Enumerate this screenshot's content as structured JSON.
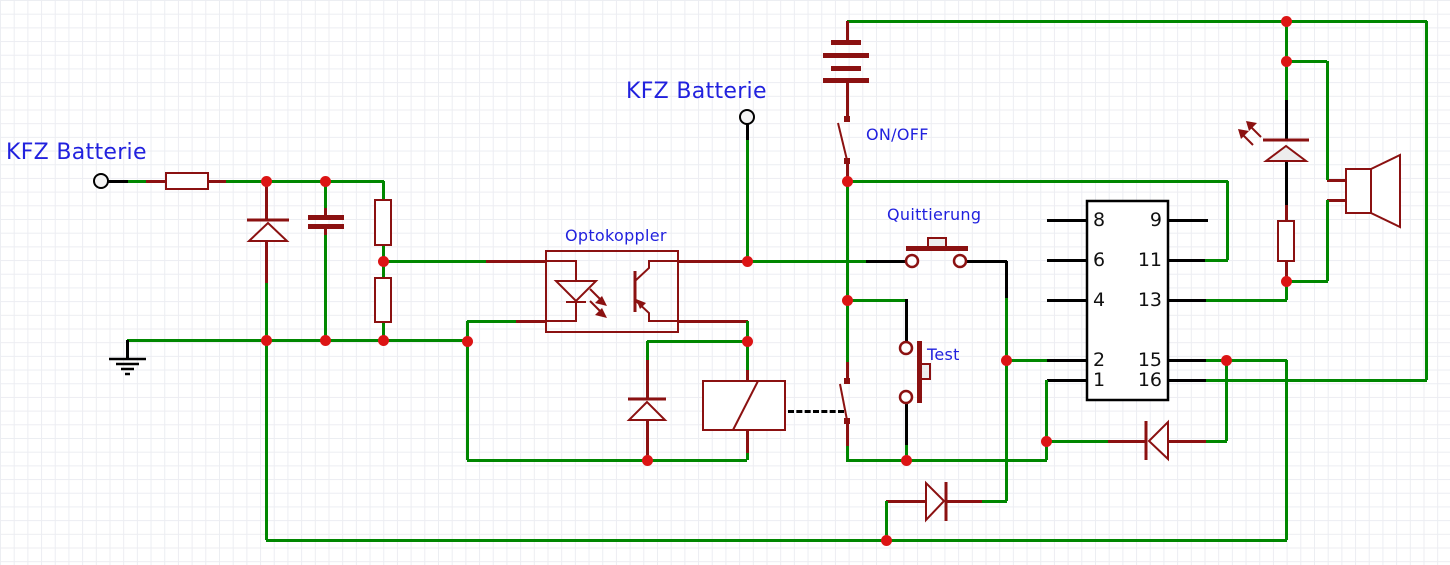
{
  "labels": {
    "battery_left": "KFZ Batterie",
    "battery_top": "KFZ Batterie",
    "optocoupler": "Optokoppler",
    "on_off": "ON/OFF",
    "acknowledge": "Quittierung",
    "test": "Test"
  },
  "ic": {
    "left_pins": [
      "8",
      "6",
      "4",
      "2",
      "1"
    ],
    "right_pins": [
      "9",
      "11",
      "13",
      "15",
      "16"
    ]
  },
  "symbols": [
    "terminal-pad",
    "resistor",
    "diode",
    "capacitor",
    "ground-symbol",
    "optocoupler",
    "relay-coil",
    "relay-contact-switch",
    "battery",
    "on-off-switch",
    "push-button",
    "ic-box",
    "led",
    "speaker"
  ],
  "colors": {
    "wire": "#008700",
    "component": "#8B1111",
    "junction": "#DC1414",
    "label": "#2121DE",
    "grid": "#ECEDF2",
    "background": "#FFFFFF"
  }
}
